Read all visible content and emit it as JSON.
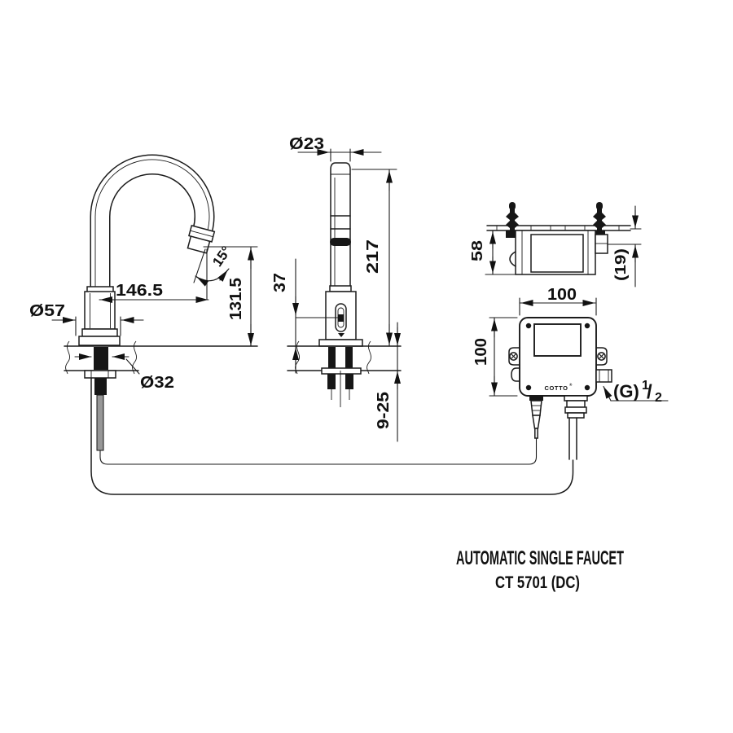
{
  "labels": {
    "title": "AUTOMATIC SINGLE FAUCET",
    "model": "CT 5701 (DC)",
    "brand": "COTTO",
    "brand_reg": "®",
    "dim_base_dia": "Ø57",
    "dim_reach": "146.5",
    "dim_spout_height": "131.5",
    "dim_spout_angle": "15°",
    "dim_hole_dia": "Ø32",
    "dim_top_dia": "Ø23",
    "dim_total_height": "217",
    "dim_sensor_height": "37",
    "dim_deck_range": "9-25",
    "dim_box_depth": "58",
    "dim_box_offset": "(19)",
    "dim_box_width": "100",
    "dim_box_height": "100",
    "thread_g": "(G)",
    "thread_num": "1",
    "thread_slash": "/",
    "thread_den": "2"
  }
}
